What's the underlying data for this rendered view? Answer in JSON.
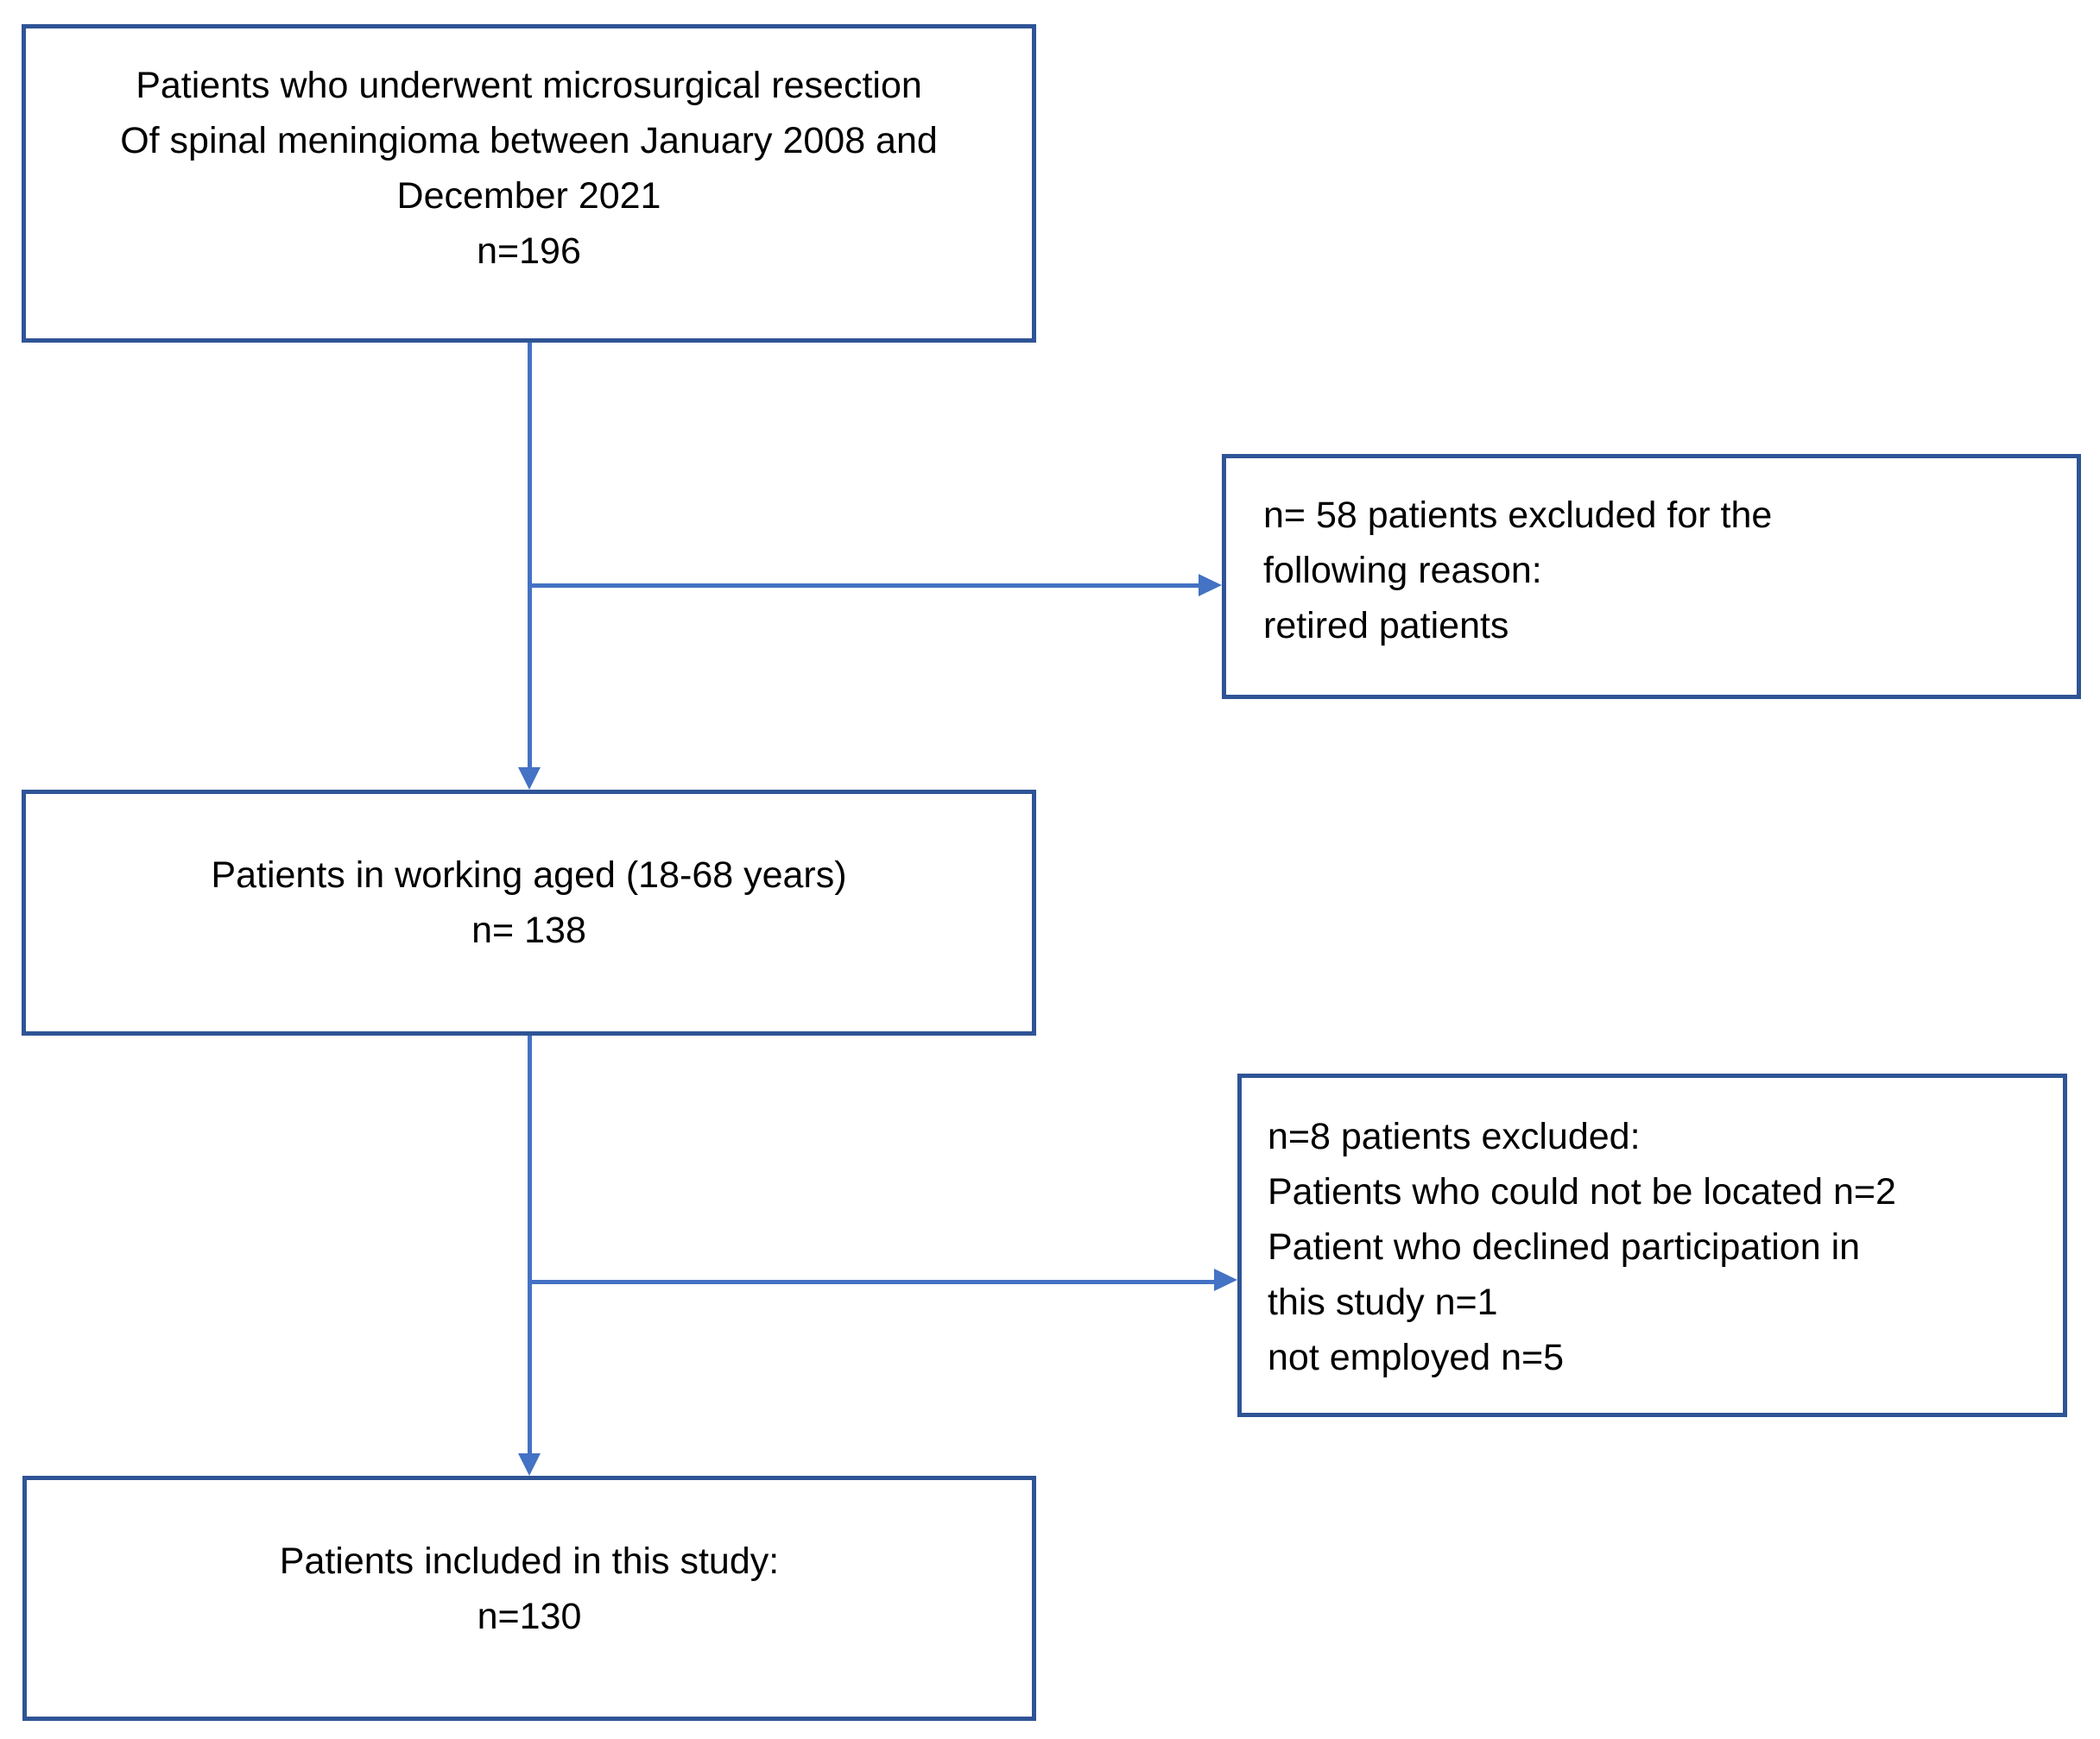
{
  "diagram": {
    "type": "flowchart",
    "title": "Patient inclusion flow diagram",
    "colors": {
      "box_border": "#2F5496",
      "connector": "#4472C4",
      "text": "#000000",
      "background": "#ffffff"
    },
    "nodes": {
      "initial": {
        "lines": [
          "Patients who underwent microsurgical resection",
          "Of spinal meningioma between January 2008 and",
          "December 2021",
          "n=196"
        ],
        "n": 196
      },
      "excluded_retired": {
        "lines": [
          "n= 58 patients excluded for the",
          "following reason:",
          "retired patients"
        ],
        "n": 58
      },
      "working_age": {
        "lines": [
          "Patients in working aged (18-68 years)",
          "n= 138"
        ],
        "n": 138
      },
      "excluded_other": {
        "lines": [
          "n=8 patients excluded:",
          "Patients who could not be located n=2",
          "Patient who declined participation in",
          "this study n=1",
          "not employed n=5"
        ],
        "n": 8
      },
      "included": {
        "lines": [
          "Patients included in this study:",
          "n=130"
        ],
        "n": 130
      }
    }
  }
}
